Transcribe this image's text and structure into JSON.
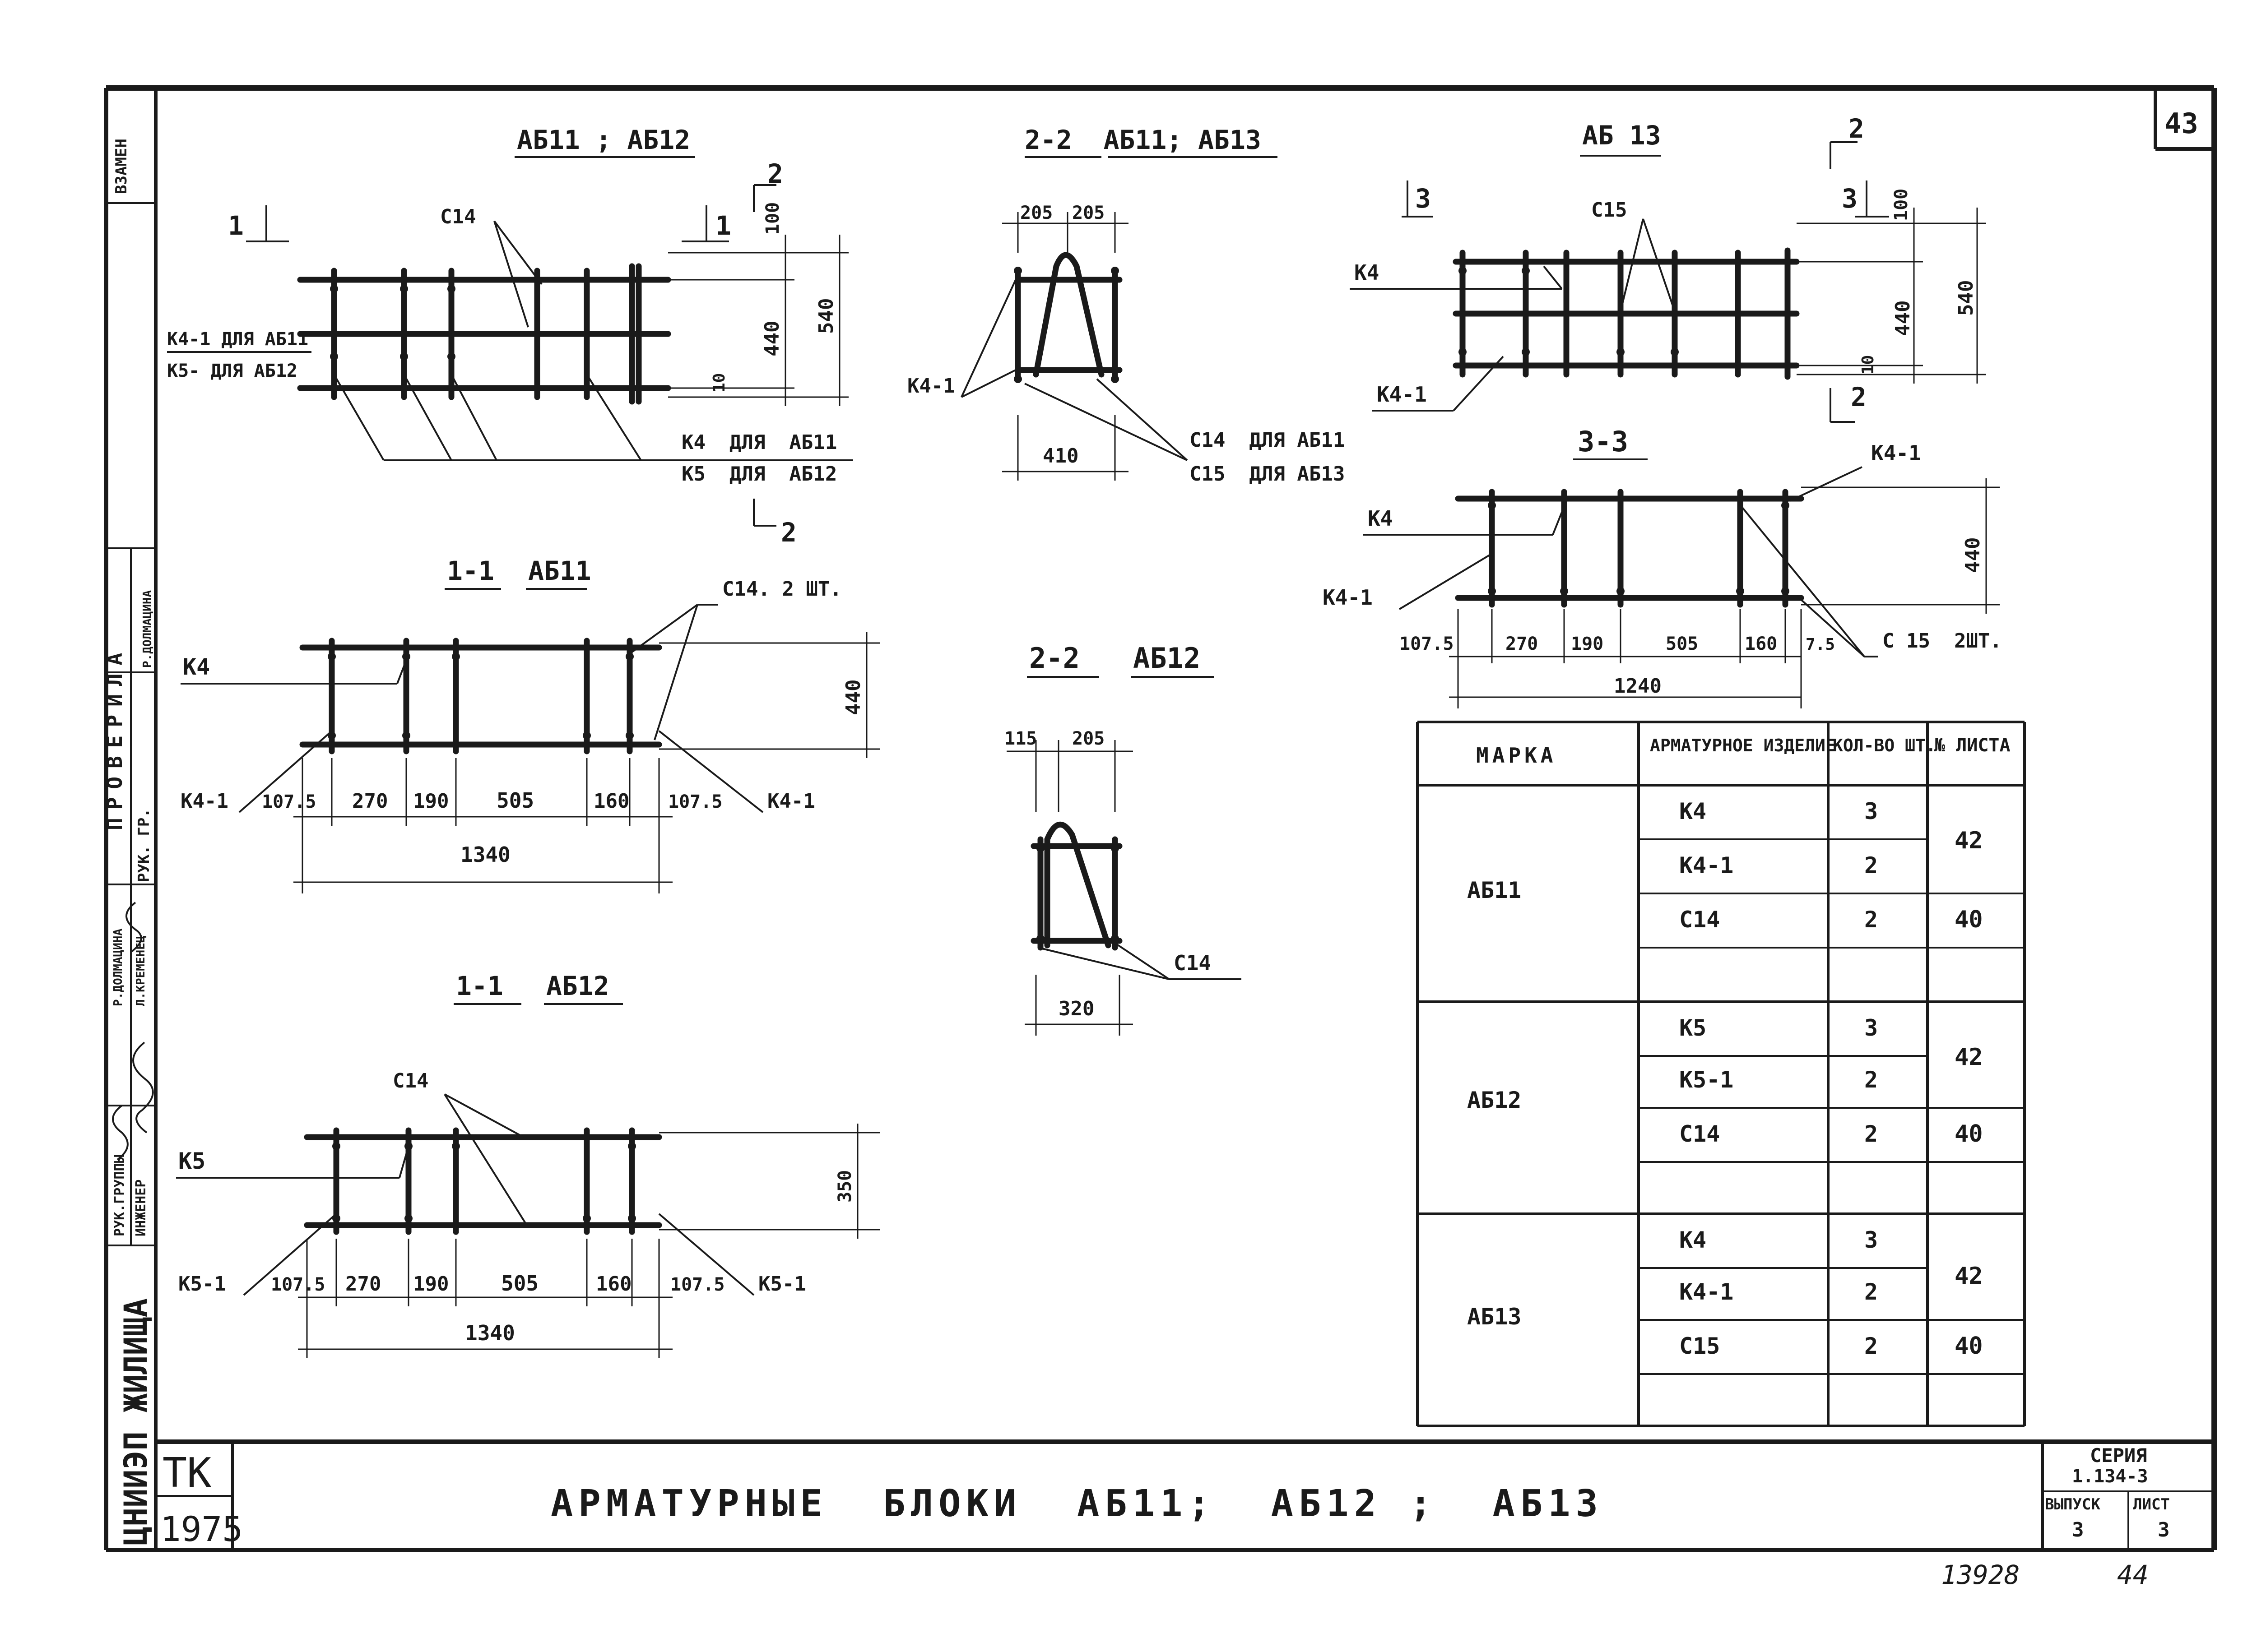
{
  "sheet": {
    "number": "43",
    "bottom_left_number": "13928",
    "bottom_right_number": "44",
    "side_stamp": {
      "zamen": "ВЗАМЕН",
      "proverila": "ПРОВЕРИЛА",
      "ruk_gr": "РУК. ГР.",
      "ruk_gruppy": "РУК.ГРУППЫ",
      "inzhener": "ИНЖЕНЕР",
      "dolmatsina1": "Р.ДОЛМАЦИНА",
      "dolmatsina2": "Р.ДОЛМАЦИНА",
      "kremenets": "Л.КРЕМЕНЕЦ",
      "org": "ЦНИИЭП ЖИЛИЩА"
    }
  },
  "title_block": {
    "code": "ТК",
    "year": "1975",
    "title": "АРМАТУРНЫЕ  БЛОКИ  АБ11;  АБ12 ;  АБ13",
    "series_label": "СЕРИЯ",
    "series_value": "1.134-3",
    "issue_label": "ВЫПУСК",
    "issue_value": "3",
    "sheet_label": "ЛИСТ",
    "sheet_value": "3"
  },
  "views": {
    "ab11_ab12": {
      "title": "АБ11 ; АБ12",
      "cut1_left": "1",
      "cut1_right": "1",
      "cut2_top": "2",
      "cut2_bottom": "2",
      "c14": "С14",
      "k41_for": "К4-1 ДЛЯ АБ11",
      "k5_for": "К5- ДЛЯ АБ12",
      "k4_for": "К4  ДЛЯ  АБ11",
      "k5b_for": "К5  ДЛЯ  АБ12",
      "d100": "100",
      "d440": "440",
      "d540": "540",
      "d10": "10"
    },
    "s22_ab11_ab13": {
      "title": "2-2  АБ11; АБ13",
      "d205a": "205",
      "d205b": "205",
      "d410": "410",
      "k41": "К4-1",
      "c14_for": "С14  ДЛЯ АБ11",
      "c15_for": "С15  ДЛЯ АБ13"
    },
    "ab13": {
      "title": "АБ 13",
      "cut3_left": "3",
      "cut3_right": "3",
      "cut2_top": "2",
      "cut2_bottom": "2",
      "c15": "С15",
      "k4": "К4",
      "k41": "К4-1",
      "d100": "100",
      "d440": "440",
      "d540": "540",
      "d10": "10"
    },
    "s33": {
      "title": "3-3",
      "k4": "К4",
      "k41_left": "К4-1",
      "k41_right": "К4-1",
      "c15_2": "С 15  2ШТ.",
      "dims": [
        "107.5",
        "270",
        "190",
        "505",
        "160",
        "7.5"
      ],
      "total": "1240",
      "h440": "440"
    },
    "s11_ab11": {
      "title_num": "1-1",
      "title_mark": "АБ11",
      "k4": "К4",
      "k41_left": "К4-1",
      "k41_right": "К4-1",
      "c14_2": "С14. 2 ШТ.",
      "dims": [
        "107.5",
        "270",
        "190",
        "505",
        "160",
        "107.5"
      ],
      "total": "1340",
      "h440": "440"
    },
    "s22_ab12": {
      "title_num": "2-2",
      "title_mark": "АБ12",
      "d115": "115",
      "d205": "205",
      "d320": "320",
      "c14": "С14"
    },
    "s11_ab12": {
      "title_num": "1-1",
      "title_mark": "АБ12",
      "k5": "К5",
      "k51_left": "К5-1",
      "k51_right": "К5-1",
      "c14": "С14",
      "dims": [
        "107.5",
        "270",
        "190",
        "505",
        "160",
        "107.5"
      ],
      "total": "1340",
      "h350": "350"
    }
  },
  "spec_table": {
    "headers": [
      "МАРКА",
      "АРМАТУРНОЕ ИЗДЕЛИЕ",
      "КОЛ-ВО ШТ.",
      "№ ЛИСТА"
    ],
    "groups": [
      {
        "mark": "АБ11",
        "rows": [
          {
            "item": "К4",
            "qty": "3"
          },
          {
            "item": "К4-1",
            "qty": "2"
          },
          {
            "item": "С14",
            "qty": "2"
          },
          {
            "item": "",
            "qty": ""
          }
        ],
        "sheet_k": "42",
        "sheet_c": "40"
      },
      {
        "mark": "АБ12",
        "rows": [
          {
            "item": "К5",
            "qty": "3"
          },
          {
            "item": "К5-1",
            "qty": "2"
          },
          {
            "item": "С14",
            "qty": "2"
          },
          {
            "item": "",
            "qty": ""
          }
        ],
        "sheet_k": "42",
        "sheet_c": "40"
      },
      {
        "mark": "АБ13",
        "rows": [
          {
            "item": "К4",
            "qty": "3"
          },
          {
            "item": "К4-1",
            "qty": "2"
          },
          {
            "item": "С15",
            "qty": "2"
          },
          {
            "item": "",
            "qty": ""
          }
        ],
        "sheet_k": "42",
        "sheet_c": "40"
      }
    ]
  }
}
